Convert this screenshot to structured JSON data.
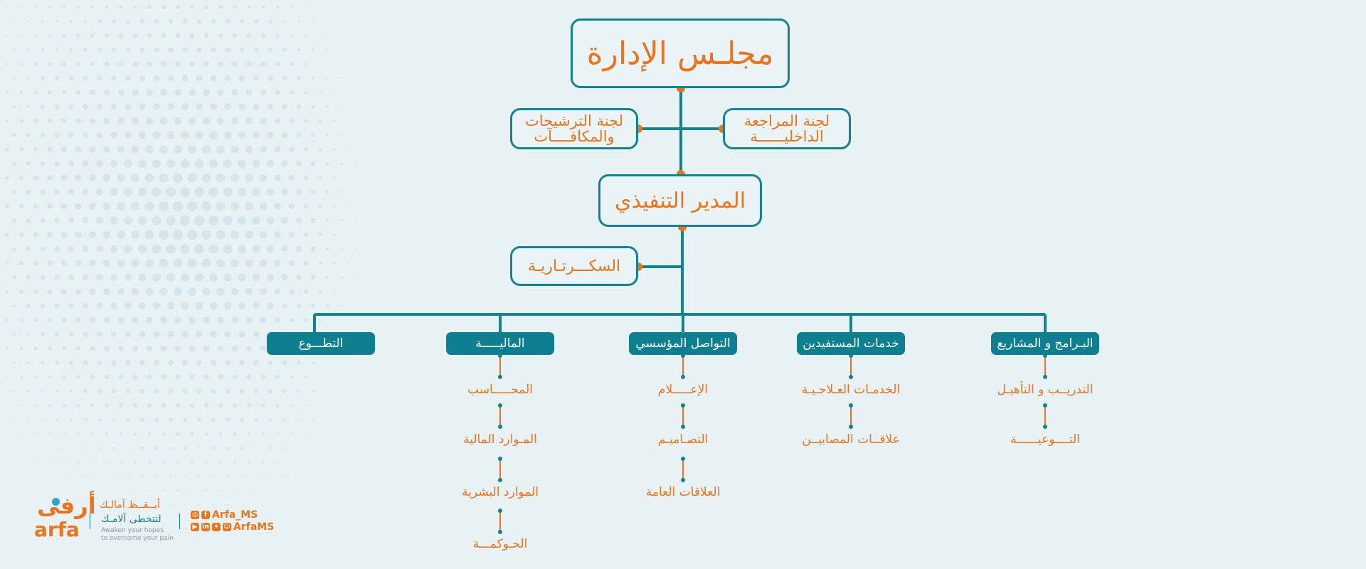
{
  "org_chart": {
    "board": "مجلـس الإدارة",
    "committees": {
      "nominations_line1": "لجنة الترشيحات",
      "nominations_line2": "والمكافــــآت",
      "audit_line1": "لجنة المراجعة",
      "audit_line2": "الداخليــــــة"
    },
    "ceo": "المدير التنفيذي",
    "secretariat": "السكـــرتـاريـة",
    "departments": [
      {
        "label": "البـرامج و المشاريع",
        "children": [
          "التدريــب و التأهيـل",
          "التــــوعيــــــة"
        ]
      },
      {
        "label": "خدمات المستفيدين",
        "children": [
          "الخدمـات العـلاجـيـة",
          "علاقــات المصابيــن"
        ]
      },
      {
        "label": "التواصل المؤسسي",
        "children": [
          "الإعـــــلام",
          "التصـاميـم",
          "العلاقات العامة"
        ]
      },
      {
        "label": "الماليـــــة",
        "children": [
          "المحـــــاسب",
          "المـوارد المالية",
          "الموارد البشرية",
          "الحـوكمـــة"
        ]
      },
      {
        "label": "التطـــوع",
        "children": []
      }
    ]
  },
  "footer": {
    "logo_ar": "أرفى",
    "logo_en": "arfa",
    "tagline_ar_1": "أيــقــظ آمالـك",
    "tagline_ar_2": "لتتخطى آلامـك",
    "tagline_en_1": "Awaken your hopes",
    "tagline_en_2": "to overcome your pain",
    "social_1": "Arfa_MS",
    "social_2": "ArfaMS"
  },
  "colors": {
    "teal": "#14838f",
    "orange": "#e8751f",
    "background": "#e8f1f4"
  }
}
